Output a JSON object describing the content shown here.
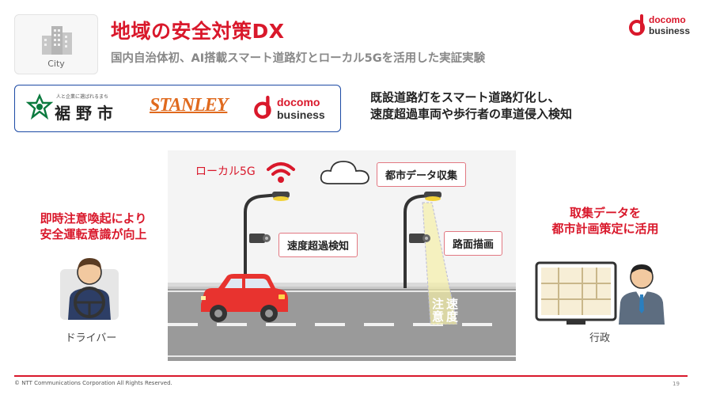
{
  "header": {
    "title": "地域の安全対策DX",
    "subtitle": "国内自治体初、AI搭載スマート道路灯とローカル5Gを活用した実証実験",
    "city_label": "City"
  },
  "brand": {
    "logo_top": "docomo",
    "logo_bottom": "business",
    "accent": "#d9182b"
  },
  "partners": {
    "susono_tagline": "人と企業に選ばれるまち",
    "susono_name": "裾 野 市",
    "stanley": "STANLEY",
    "docomo_top": "docomo",
    "docomo_bottom": "business"
  },
  "description": {
    "line1": "既設道路灯をスマート道路灯化し、",
    "line2": "速度超過車両や歩行者の車道侵入検知"
  },
  "scene": {
    "local5g": "ローカル5G",
    "data_collection": "都市データ収集",
    "speed_detection": "速度超過検知",
    "road_drawing": "路面描画",
    "road_text_1": "速度",
    "road_text_2": "注意"
  },
  "left": {
    "line1": "即時注意喚起により",
    "line2": "安全運転意識が向上",
    "person_label": "ドライバー"
  },
  "right": {
    "line1": "取集データを",
    "line2": "都市計画策定に活用",
    "person_label": "行政"
  },
  "footer": {
    "copyright": "© NTT Communications Corporation All Rights Reserved.",
    "page": "19"
  }
}
